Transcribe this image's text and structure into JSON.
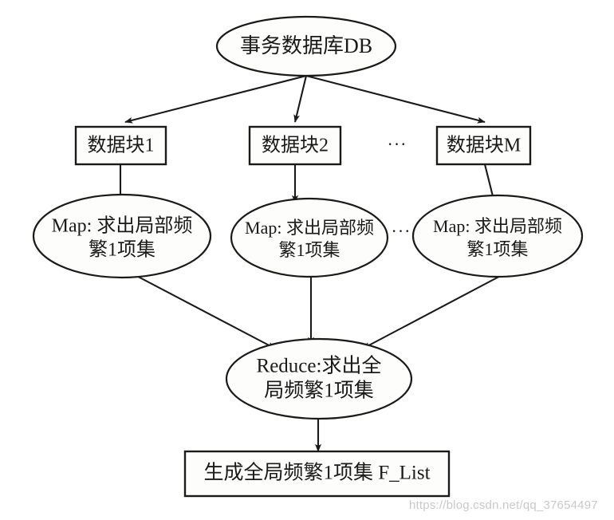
{
  "diagram": {
    "title": "MapReduce frequent 1-itemset flow",
    "colors": {
      "stroke": "#1a1a1a",
      "fill": "#fdfdfb",
      "background": "#ffffff",
      "watermark": "#c9c9c9"
    },
    "source_node": {
      "label": "事务数据库DB"
    },
    "data_blocks": [
      {
        "label": "数据块1"
      },
      {
        "label": "数据块2"
      },
      {
        "label": "数据块M"
      }
    ],
    "block_ellipsis": "···",
    "map_nodes": [
      {
        "line1": "Map: 求出局部频",
        "line2": "繁1项集"
      },
      {
        "line1": "Map: 求出局部频",
        "line2": "繁1项集"
      },
      {
        "line1": "Map: 求出局部频",
        "line2": "繁1项集"
      }
    ],
    "map_ellipsis": "···",
    "reduce_node": {
      "line1": "Reduce:求出全",
      "line2": "局频繁1项集"
    },
    "output_node": {
      "label": "生成全局频繁1项集 F_List"
    }
  },
  "watermark": {
    "text": "https://blog.csdn.net/qq_37654497"
  }
}
